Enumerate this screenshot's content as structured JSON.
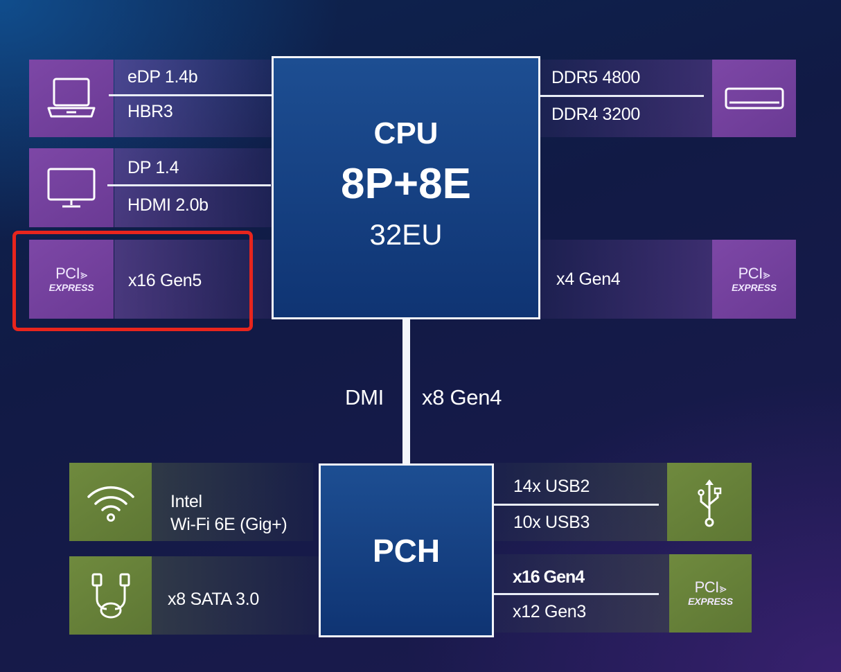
{
  "cpu": {
    "title": "CPU",
    "cores": "8P+8E",
    "gpu": "32EU"
  },
  "pch": {
    "title": "PCH"
  },
  "link": {
    "left": "DMI",
    "right": "x8 Gen4"
  },
  "left": {
    "edp": {
      "line1": "eDP 1.4b",
      "line2": "HBR3",
      "icon": "laptop-icon"
    },
    "dp": {
      "line1": "DP 1.4",
      "line2": "HDMI 2.0b",
      "icon": "monitor-icon"
    },
    "pcie": {
      "logo_top": "PCI",
      "logo_bottom": "EXPRESS",
      "label": "x16 Gen5"
    }
  },
  "right": {
    "memory": {
      "line1": "DDR5 4800",
      "line2": "DDR4 3200",
      "icon": "memory-module-icon"
    },
    "pcie": {
      "logo_top": "PCI",
      "logo_bottom": "EXPRESS",
      "label": "x4 Gen4"
    }
  },
  "pch_left": {
    "wifi": {
      "line1": "Intel",
      "line2": "Wi-Fi 6E (Gig+)",
      "icon": "wifi-icon"
    },
    "sata": {
      "label": "x8 SATA 3.0",
      "icon": "sata-cable-icon"
    }
  },
  "pch_right": {
    "usb": {
      "line1": "14x USB2",
      "line2": "10x USB3",
      "icon": "usb-icon"
    },
    "pcie": {
      "logo_top": "PCI",
      "logo_bottom": "EXPRESS",
      "line1": "x16 Gen4",
      "line2": "x12 Gen3"
    }
  },
  "colors": {
    "highlight": "#e8251d",
    "tile_purple": "#7d47a6",
    "tile_green": "#6f8a3e",
    "chip_blue": "#1d4e92"
  }
}
